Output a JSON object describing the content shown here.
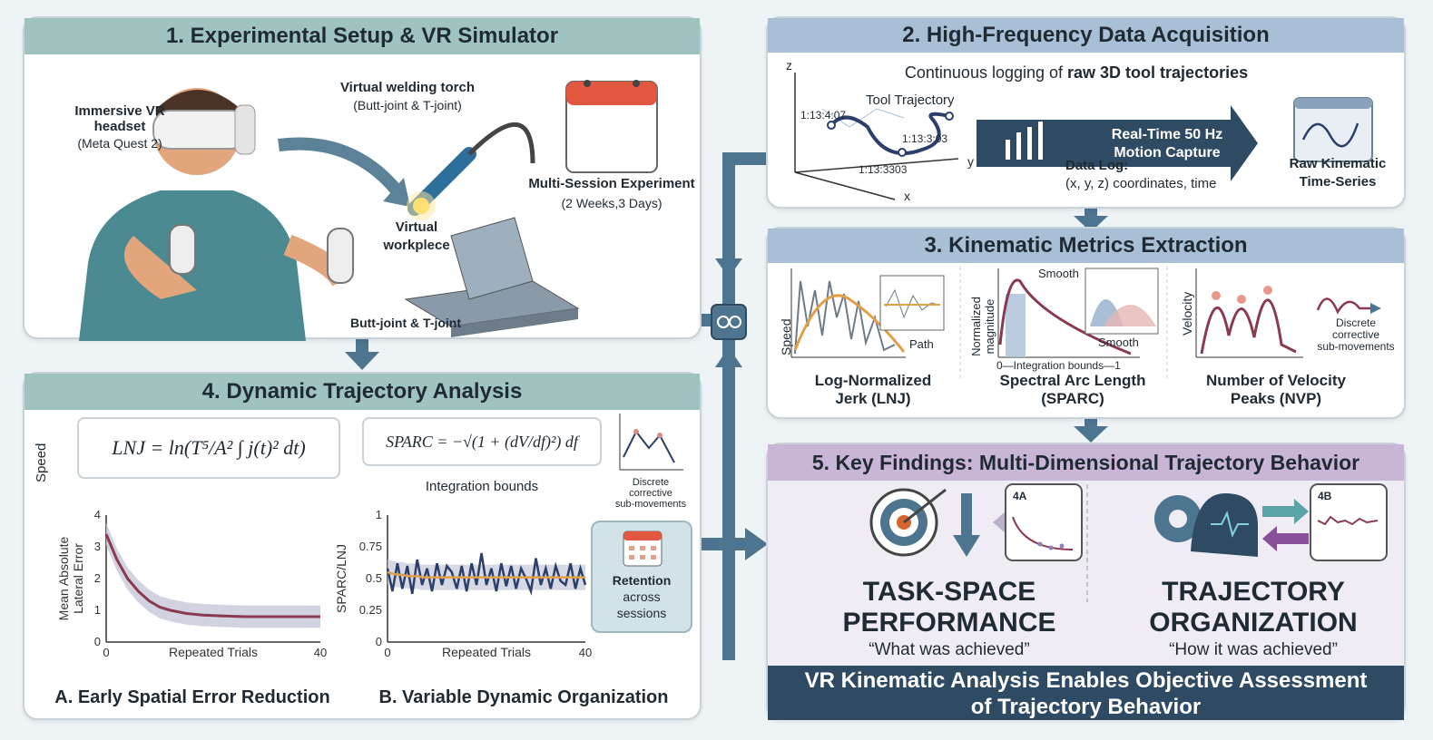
{
  "panel1": {
    "title": "1. Experimental Setup & VR Simulator",
    "headset_label": "Immersive VR headset",
    "headset_model": "(Meta Quest 2)",
    "torch_label": "Virtual welding torch",
    "torch_sub": "(Butt-joint & T-joint)",
    "session_label": "Multi-Session Experiment",
    "session_sub": "(2 Weeks,3 Days)",
    "workpiece_label_1": "Virtual",
    "workpiece_label_2": "workplece",
    "joint_label": "Butt-joint & T-joint"
  },
  "panel2": {
    "title": "2. High-Frequency Data Acquisition",
    "subtitle_plain": "Continuous logging of ",
    "subtitle_bold": "raw 3D tool trajectories",
    "traj_label": "Tool Trajectory",
    "time_1": "1:13:4:07",
    "time_2": "1:13:3:03",
    "time_3": "1:13:3303",
    "axis_z": "z",
    "axis_y": "y",
    "axis_x": "x",
    "capture_1": "Real-Time 50 Hz",
    "capture_2": "Motion Capture",
    "datalog_title": "Data Log:",
    "datalog_desc": "(x, y, z) coordinates, time",
    "raw_1": "Raw Kinematic",
    "raw_2": "Time-Series"
  },
  "panel3": {
    "title": "3. Kinematic Metrics Extraction",
    "lnj_axis": "Speed",
    "lnj_path": "Path",
    "lnj_name_1": "Log-Normalized",
    "lnj_name_2": "Jerk (LNJ)",
    "sparc_axis_1": "Normalized",
    "sparc_axis_2": "magnitude",
    "sparc_smooth_1": "Smooth",
    "sparc_smooth_2": "Smooth",
    "sparc_bounds": "0—Integration bounds—1",
    "sparc_name_1": "Spectral Arc Length",
    "sparc_name_2": "(SPARC)",
    "nvp_axis": "Velocity",
    "nvp_note_1": "Discrete",
    "nvp_note_2": "corrective",
    "nvp_note_3": "sub-movements",
    "nvp_name_1": "Number of Velocity",
    "nvp_name_2": "Peaks (NVP)"
  },
  "panel4": {
    "title": "4. Dynamic Trajectory Analysis",
    "speed_label": "Speed",
    "lnj_formula": "LNJ = ln(T⁵/A² ∫ j(t)² dt)",
    "sparc_formula": "SPARC = −√(1 + (dV/df)²) df",
    "bounds_label": "Integration bounds",
    "discrete_1": "Discrete",
    "discrete_2": "corrective",
    "discrete_3": "sub-movements",
    "retention_1": "Retention",
    "retention_2": "across",
    "retention_3": "sessions",
    "chartA_caption": "A. Early Spatial Error Reduction",
    "chartB_caption": "B. Variable Dynamic Organization"
  },
  "panel5": {
    "title": "5. Key Findings: Multi-Dimensional Trajectory Behavior",
    "badge_a": "4A",
    "badge_b": "4B",
    "left_1": "TASK-SPACE",
    "left_2": "PERFORMANCE",
    "left_q": "“What was achieved”",
    "right_1": "TRAJECTORY",
    "right_2": "ORGANIZATION",
    "right_q": "“How it was achieved”",
    "banner_1": "VR Kinematic Analysis Enables Objective Assessment",
    "banner_2": "of Trajectory Behavior"
  },
  "chart_data": [
    {
      "type": "line",
      "title": "",
      "xlabel": "Repeated Trials",
      "ylabel": "Mean Absolute Lateral Error",
      "xlim": [
        0,
        40
      ],
      "ylim": [
        0,
        4
      ],
      "xticks": [
        0,
        20,
        40
      ],
      "yticks": [
        0,
        1,
        2,
        3,
        4
      ],
      "x": [
        0,
        2,
        4,
        6,
        8,
        10,
        12,
        15,
        18,
        22,
        26,
        30,
        35,
        40
      ],
      "y": [
        3.4,
        2.6,
        2.0,
        1.6,
        1.3,
        1.1,
        1.0,
        0.9,
        0.85,
        0.82,
        0.8,
        0.8,
        0.8,
        0.8
      ]
    },
    {
      "type": "line",
      "title": "",
      "xlabel": "Repeated Trials",
      "ylabel": "SPARC/LNJ",
      "xlim": [
        0,
        40
      ],
      "ylim": [
        0,
        1.0
      ],
      "xticks": [
        0,
        20,
        40
      ],
      "yticks": [
        0,
        0.25,
        0.5,
        0.75,
        1.0
      ],
      "series": [
        {
          "values": [
            0.58,
            0.4,
            0.62,
            0.42,
            0.6,
            0.38,
            0.65,
            0.45,
            0.58,
            0.4,
            0.62,
            0.45,
            0.6,
            0.55,
            0.42,
            0.6,
            0.4,
            0.62,
            0.45,
            0.7,
            0.45,
            0.58,
            0.4,
            0.62,
            0.44,
            0.6,
            0.42,
            0.58,
            0.5,
            0.4,
            0.66,
            0.45,
            0.58,
            0.42,
            0.6,
            0.48,
            0.45,
            0.62,
            0.42,
            0.58,
            0.45
          ]
        },
        {
          "values": [
            0.55,
            0.54,
            0.53,
            0.53,
            0.52,
            0.52,
            0.52,
            0.51,
            0.51,
            0.51,
            0.51,
            0.51,
            0.51,
            0.51,
            0.51,
            0.51,
            0.51,
            0.51,
            0.51,
            0.51,
            0.51,
            0.51,
            0.51,
            0.51,
            0.51,
            0.51,
            0.51,
            0.51,
            0.51,
            0.51,
            0.51,
            0.51,
            0.51,
            0.51,
            0.51,
            0.51,
            0.51,
            0.51,
            0.51,
            0.51,
            0.51
          ]
        }
      ]
    }
  ],
  "colors": {
    "teal": "#9fc4c0",
    "blue": "#a9bfd6",
    "purple": "#c9b6d6",
    "navy": "#2f4a63",
    "arrow": "#4d7590",
    "curve_red": "#8a3a4f",
    "curve_orange": "#e0a04a",
    "curve_navy": "#2c3f6b"
  }
}
